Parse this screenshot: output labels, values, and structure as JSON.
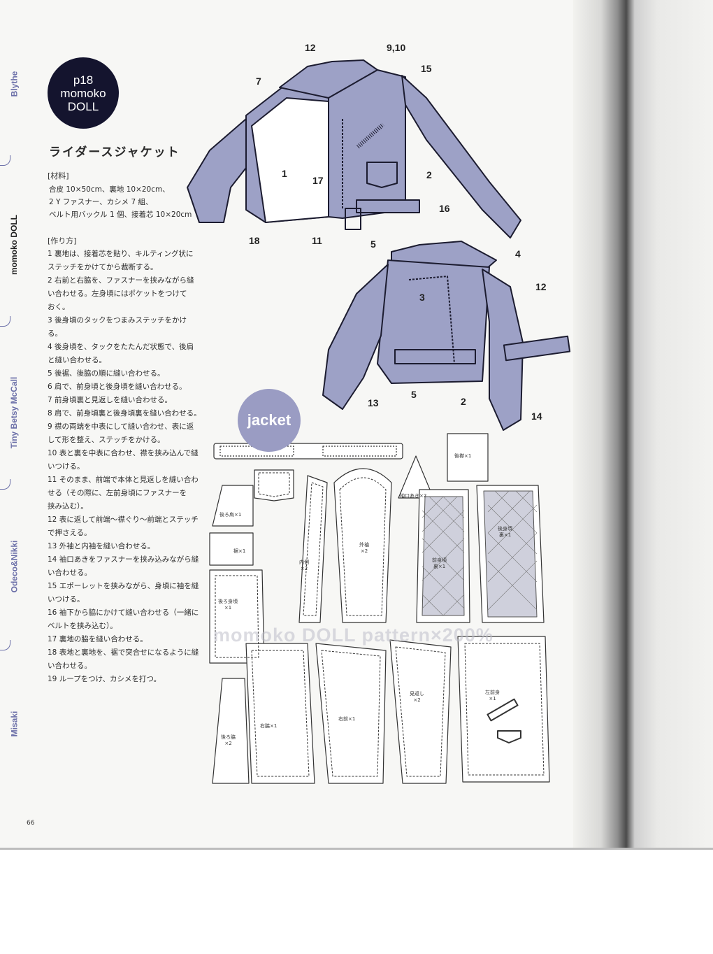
{
  "side_tabs": [
    "Blythe",
    "momoko DOLL",
    "Tiny Betsy McCall",
    "Odeco&Nikki",
    "Misaki"
  ],
  "badge": {
    "line1": "p18",
    "line2": "momoko",
    "line3": "DOLL"
  },
  "title": "ライダースジャケット",
  "materials": {
    "heading": "[材料]",
    "lines": [
      "合皮 10×50cm、裏地 10×20cm、",
      "2 Y ファスナー、カシメ 7 組、",
      "ベルト用バックル 1 個、接着芯 10×20cm"
    ]
  },
  "method": {
    "heading": "[作り方]",
    "steps": [
      "1 裏地は、接着芯を貼り、キルティング状に",
      "ステッチをかけてから裁断する。",
      "2 右前と右脇を、ファスナーを挟みながら縫",
      "い合わせる。左身頃にはポケットをつけて",
      "おく。",
      "3 後身頃のタックをつまみステッチをかける。",
      "4 後身頃を、タックをたたんだ状態で、後肩",
      "と縫い合わせる。",
      "5 後裾、後脇の順に縫い合わせる。",
      "6 肩で、前身頃と後身頃を縫い合わせる。",
      "7 前身頃裏と見返しを縫い合わせる。",
      "8 肩で、前身頃裏と後身頃裏を縫い合わせる。",
      "9 襟の両端を中表にして縫い合わせ、表に返",
      "して形を整え、ステッチをかける。",
      "10 表と裏を中表に合わせ、襟を挟み込んで縫",
      "いつける。",
      "11 そのまま、前端で本体と見返しを縫い合わ",
      "せる（その際に、左前身頃にファスナーを",
      "挟み込む）。",
      "12 表に返して前端～襟ぐり～前端とステッチ",
      "で押さえる。",
      "13 外袖と内袖を縫い合わせる。",
      "14 袖口あきをファスナーを挟み込みながら縫",
      "い合わせる。",
      "15 エポーレットを挟みながら、身頃に袖を縫",
      "いつける。",
      "16 袖下から脇にかけて縫い合わせる（一緒に",
      "ベルトを挟み込む）。",
      "17 裏地の脇を縫い合わせる。",
      "18 表地と裏地を、裾で突合せになるように縫",
      "い合わせる。",
      "19 ループをつけ、カシメを打つ。"
    ]
  },
  "front_callouts": {
    "c12": "12",
    "c910": "9,10",
    "c15": "15",
    "c7": "7",
    "c1": "1",
    "c17": "17",
    "c2": "2",
    "c16": "16",
    "c18": "18",
    "c11": "11"
  },
  "back_callouts": {
    "c5a": "5",
    "c4": "4",
    "c3": "3",
    "c12": "12",
    "c13": "13",
    "c5b": "5",
    "c2": "2",
    "c14": "14"
  },
  "jacket_badge": "jacket",
  "pattern_labels": {
    "collar": "後襟×1",
    "cuff": "袖口あき×2",
    "back_shoulder": "後ろ肩×1",
    "hem": "裾×1",
    "inner_sleeve": "内側\n×2",
    "outer_sleeve": "外袖\n×2",
    "front_lining": "前身頃\n裏×1",
    "back_lining": "後身頃\n裏×1",
    "back_body": "後ろ身頃\n×1",
    "back_side": "後ろ脇\n×2",
    "right_side": "右脇×1",
    "right_front": "右前×1",
    "facing": "見返し\n×2",
    "left_front": "左前身\n×1"
  },
  "watermark": "momoko DOLL pattern×200%",
  "page_number": "66",
  "colors": {
    "jacket_fill": "#9da1c6",
    "jacket_stroke": "#1c1c30",
    "accent": "#6b6fa8",
    "badge_bg": "#14142e"
  }
}
